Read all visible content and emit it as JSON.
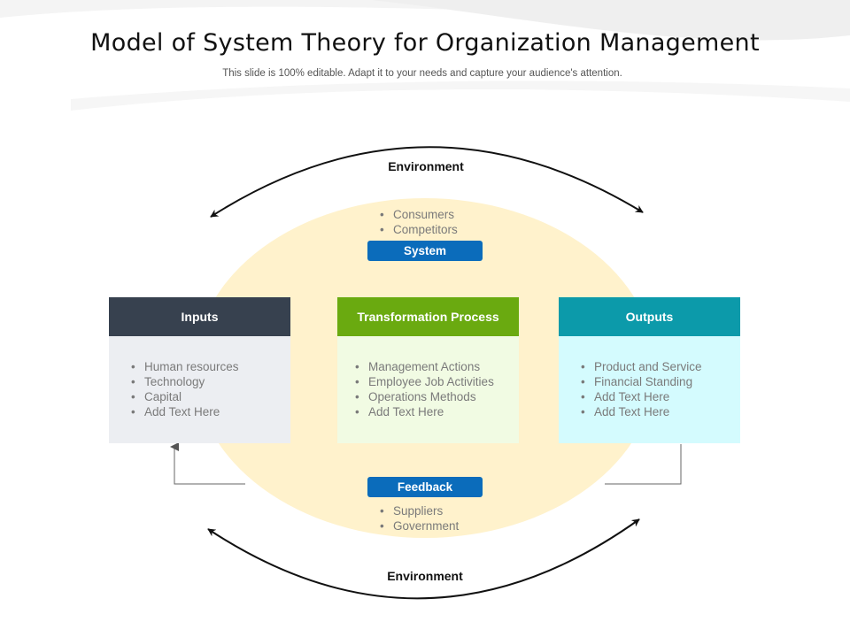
{
  "header": {
    "title": "Model of System Theory for Organization Management",
    "subtitle": "This slide is 100% editable. Adapt it to your needs and capture your audience's attention."
  },
  "colors": {
    "ellipse": "#fff2cc",
    "pill": "#0b6cbb",
    "inputs_header": "#37414f",
    "inputs_body": "#eceef2",
    "transformation_header": "#6aaa10",
    "transformation_body": "#f1fbe3",
    "outputs_header": "#0c9aaa",
    "outputs_body": "#d4fbfe",
    "arrow": "#111111",
    "connector": "#555555"
  },
  "environment_top": {
    "label": "Environment",
    "items": [
      "Consumers",
      "Competitors"
    ]
  },
  "system": {
    "label": "System"
  },
  "inputs": {
    "header": "Inputs",
    "items": [
      "Human resources",
      "Technology",
      "Capital",
      "Add Text Here"
    ]
  },
  "transformation": {
    "header": "Transformation Process",
    "items": [
      "Management Actions",
      "Employee Job Activities",
      "Operations Methods",
      "Add Text Here"
    ]
  },
  "outputs": {
    "header": "Outputs",
    "items": [
      "Product and Service",
      "Financial Standing",
      "Add Text Here",
      "Add Text Here"
    ]
  },
  "feedback": {
    "label": "Feedback",
    "items": [
      "Suppliers",
      "Government"
    ]
  },
  "environment_bottom": {
    "label": "Environment"
  }
}
